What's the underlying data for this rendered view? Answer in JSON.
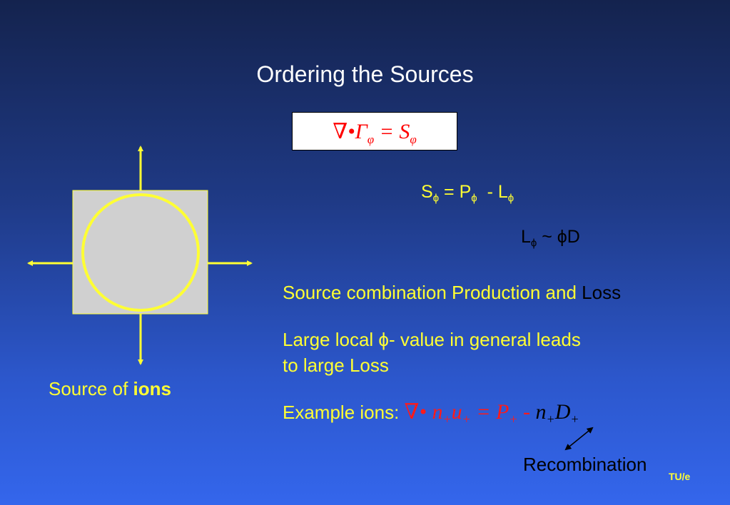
{
  "slide": {
    "title": "Ordering the Sources",
    "box_equation": {
      "lhs": "∇•Γ",
      "lhs_sub": "φ",
      "eq": " = ",
      "rhs": "S",
      "rhs_sub": "φ"
    },
    "eq_source": {
      "s": "S",
      "s_sub": "ϕ",
      "mid": " = P",
      "p_sub": "ϕ",
      "minus": "  - L",
      "l_sub": "ϕ"
    },
    "eq_loss": {
      "l": "L",
      "l_sub": "ϕ",
      "rest": " ~ ϕD"
    },
    "text_combination": {
      "part1": "Source combination Production and ",
      "part2": "Loss"
    },
    "text_large_local": {
      "line1": "Large local ϕ- value in general leads",
      "line2": "to large Loss"
    },
    "example": {
      "label": "Example ions: ",
      "red_part": {
        "nabla": "∇• ",
        "n": "n",
        "n_sub": "+",
        "u": "u",
        "u_sub": "+",
        "eq": " = P",
        "p_sub": "+",
        "minus": " - "
      },
      "black_part": {
        "n": "n",
        "n_sub": "+",
        "d": "D",
        "d_sub": "+"
      }
    },
    "recombination_label": "Recombination",
    "source_label": {
      "text": "Source of ",
      "bold": "ions"
    },
    "logo": "TU/e"
  },
  "colors": {
    "text_yellow": "#ffff33",
    "equation_red": "#ff0000",
    "box_fill": "#d0d0d0",
    "circle_yellow": "#ffff33"
  }
}
